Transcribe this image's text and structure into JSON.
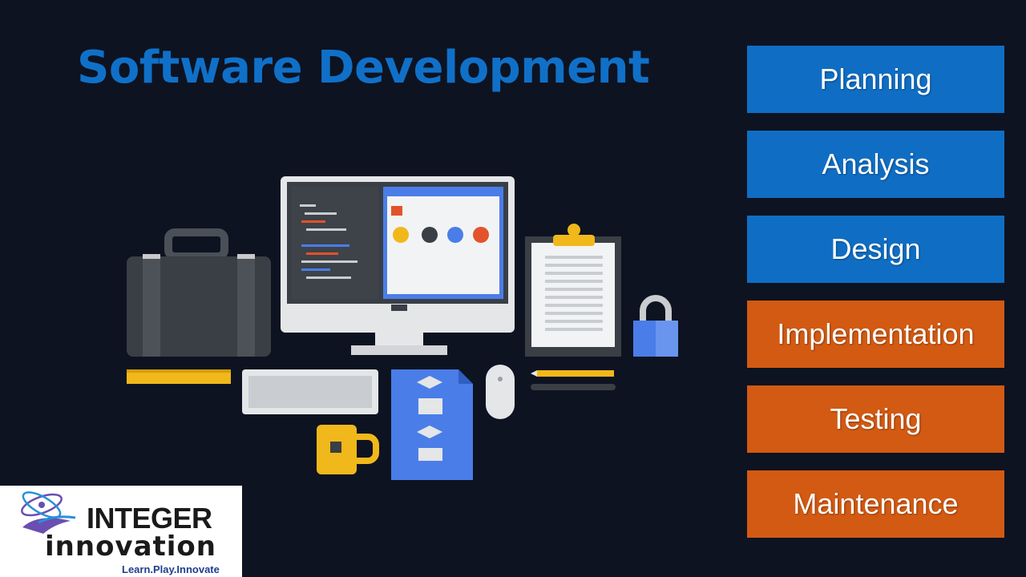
{
  "title": "Software Development",
  "phases": [
    {
      "label": "Planning",
      "color": "#0f6ec4"
    },
    {
      "label": "Analysis",
      "color": "#0f6ec4"
    },
    {
      "label": "Design",
      "color": "#0f6ec4"
    },
    {
      "label": "Implementation",
      "color": "#d35a12"
    },
    {
      "label": "Testing",
      "color": "#d35a12"
    },
    {
      "label": "Maintenance",
      "color": "#d35a12"
    }
  ],
  "logo": {
    "line1": "INTEGER",
    "line2": "innovation",
    "tagline": "Learn.Play.Innovate"
  },
  "colors": {
    "background": "#0d1321",
    "title": "#1070c8",
    "accent_blue": "#0f6ec4",
    "accent_orange": "#d35a12"
  }
}
